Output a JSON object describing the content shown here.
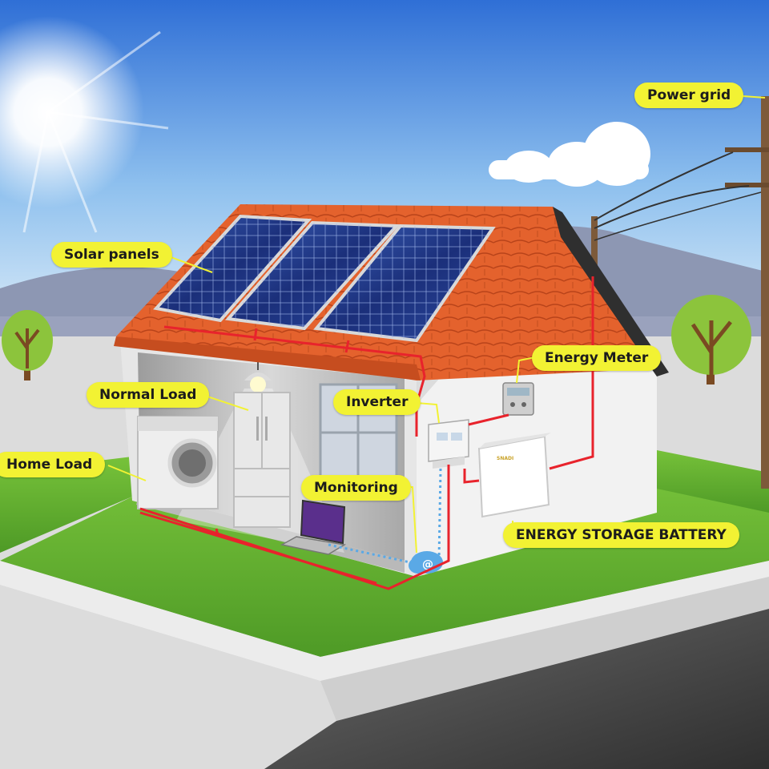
{
  "labels": {
    "power_grid": "Power grid",
    "solar_panels": "Solar panels",
    "energy_meter": "Energy Meter",
    "normal_load": "Normal Load",
    "inverter": "Inverter",
    "home_load": "Home Load",
    "monitoring": "Monitoring",
    "energy_storage_battery": "ENERGY STORAGE BATTERY"
  },
  "battery_brand": "SNADI",
  "colors": {
    "label_fill": "#f2f233",
    "wire": "#e8232c",
    "data_link": "#5aa9e6",
    "roof_tile": "#e4622d",
    "grass": "#5fae2e",
    "sky": "#4b8fe0"
  }
}
